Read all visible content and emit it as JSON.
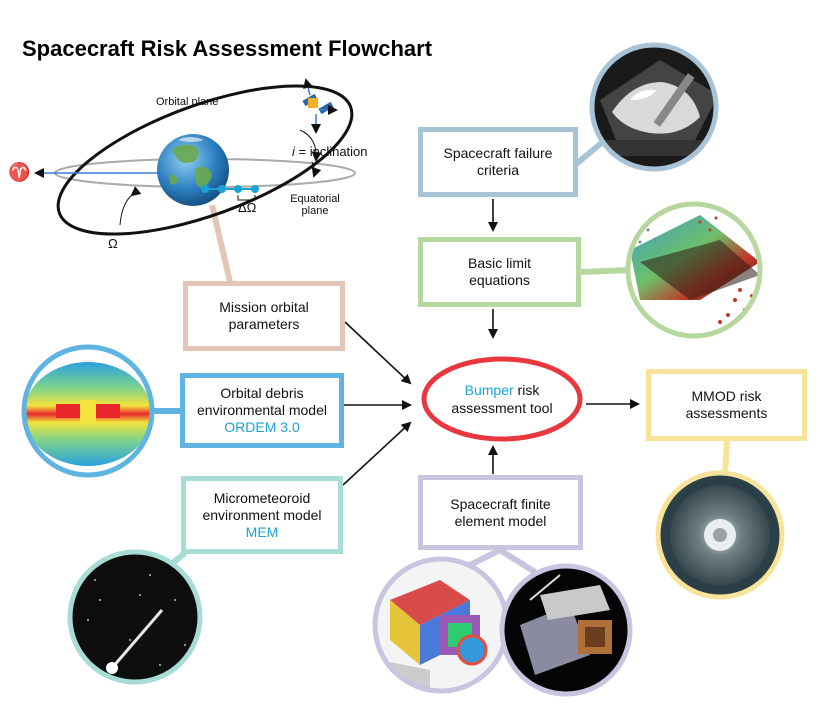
{
  "title": "Spacecraft Risk Assessment Flowchart",
  "orbit_labels": {
    "orbital_plane": "Orbital plane",
    "inclination_symbol": "i",
    "inclination_text": " = inclination",
    "equatorial_line1": "Equatorial",
    "equatorial_line2": "plane",
    "delta_omega": "ΔΩ",
    "omega": "Ω",
    "aries": "♈"
  },
  "boxes": {
    "failure": {
      "line1": "Spacecraft failure",
      "line2": "criteria"
    },
    "limit": {
      "line1": "Basic limit",
      "line2": "equations"
    },
    "orbital_params": {
      "line1": "Mission orbital",
      "line2": "parameters"
    },
    "debris": {
      "line1": "Orbital debris",
      "line2": "environmental model",
      "line3": "ORDEM 3.0"
    },
    "micro": {
      "line1": "Micrometeoroid",
      "line2": "environment model",
      "line3": "MEM"
    },
    "fem": {
      "line1": "Spacecraft finite",
      "line2": "element model"
    },
    "mmod": {
      "line1": "MMOD risk",
      "line2": "assessments"
    }
  },
  "center": {
    "highlight": "Bumper",
    "rest": " risk",
    "line2": "assessment tool"
  },
  "colors": {
    "failure_border": "#a9c3d6",
    "limit_border": "#b6d79e",
    "orbit_border": "#e3c6b7",
    "debris_border": "#5fb4e2",
    "micro_border": "#a7ddd5",
    "fem_border": "#c9c4e0",
    "mmod_border": "#f7e39a",
    "center_ellipse": "#e8373d",
    "highlight_text": "#1ba3d8"
  }
}
